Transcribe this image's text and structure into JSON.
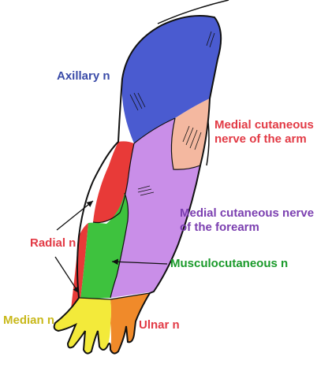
{
  "labels": {
    "axillary": "Axillary n",
    "medial_cut_arm": [
      "Medial cutaneous",
      "nerve of the arm"
    ],
    "medial_cut_forearm": [
      "Medial cutaneous nerve",
      "of the forearm"
    ],
    "radial": "Radial n",
    "musculocutaneous": "Musculocutaneous n",
    "median": "Median n",
    "ulnar": "Ulnar n"
  },
  "colors": {
    "axillary": "#3a4ba8",
    "medial_cut_arm": "#e23a45",
    "medial_cut_forearm": "#7b3fb0",
    "radial": "#e23a45",
    "musculocutaneous": "#1a9a2a",
    "median": "#c8b81a",
    "ulnar": "#e23a45",
    "region_axillary": "#4a5bd0",
    "region_medial_arm": "#f4b8a0",
    "region_medial_forearm": "#c98ee8",
    "region_radial": "#e83a38",
    "region_musculocutaneous": "#3ec23e",
    "region_median": "#f3ea3a",
    "region_ulnar": "#f08a2a",
    "outline": "#111111"
  }
}
